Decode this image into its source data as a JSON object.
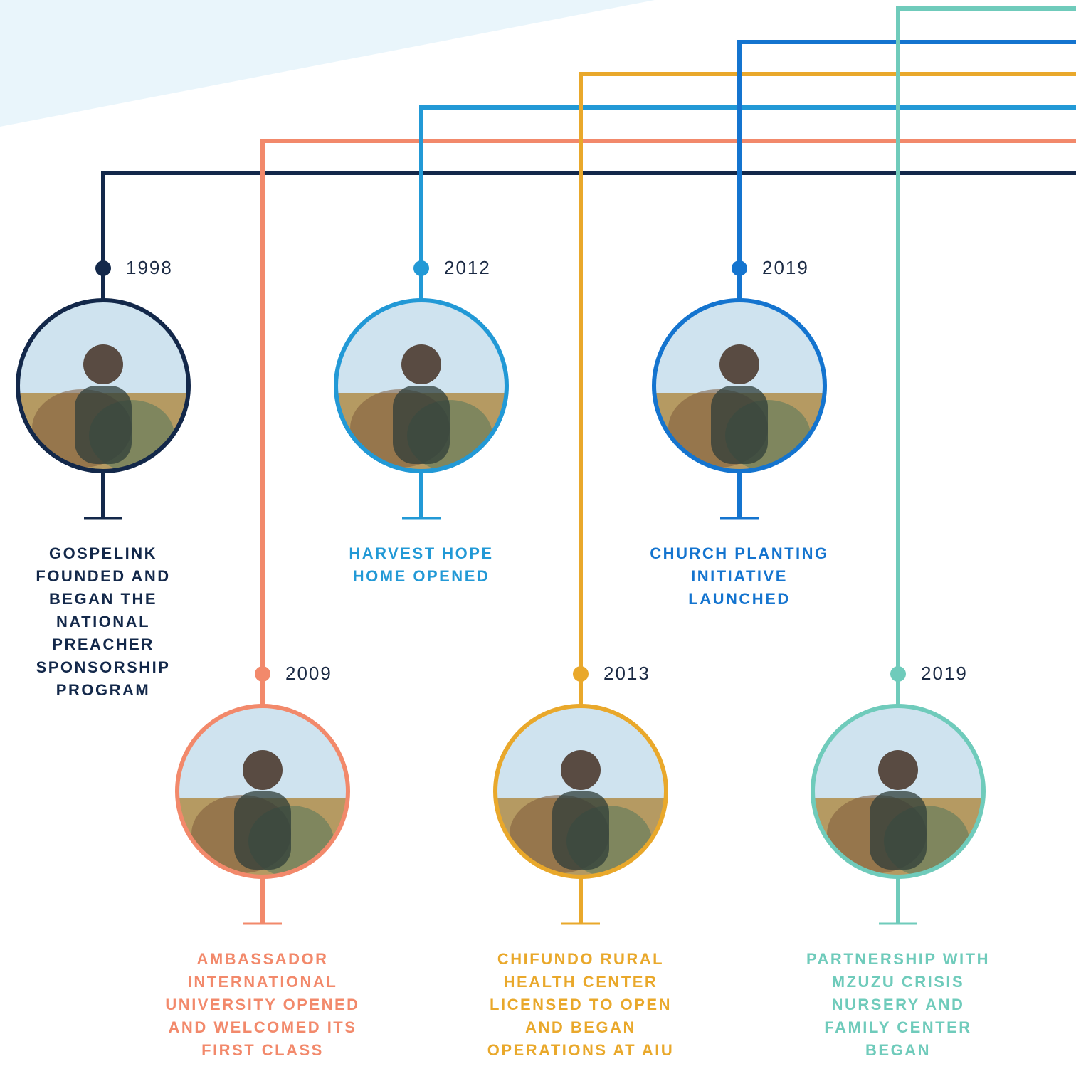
{
  "colors": {
    "navy": "#13284a",
    "salmon": "#f2896b",
    "sky": "#2299d6",
    "gold": "#e9a82b",
    "blue": "#1474cf",
    "teal": "#6fcbbb",
    "header_band": "#e9f5fb",
    "photo_sky": "#cfe3ef",
    "photo_ground": "#b59a62"
  },
  "milestones": [
    {
      "id": "gospelink",
      "year": "1998",
      "color": "navy",
      "caption": "GOSPELINK FOUNDED AND BEGAN THE NATIONAL PREACHER SPONSORSHIP PROGRAM",
      "photo": "preacher-outdoor-gathering-photo"
    },
    {
      "id": "aiu",
      "year": "2009",
      "color": "salmon",
      "caption": "AMBASSADOR INTERNATIONAL UNIVERSITY OPENED AND WELCOMED ITS FIRST CLASS",
      "photo": "graduates-photo"
    },
    {
      "id": "harvest-hope",
      "year": "2012",
      "color": "sky",
      "caption": "HARVEST HOPE HOME OPENED",
      "photo": "smiling-girl-photo"
    },
    {
      "id": "chifundo",
      "year": "2013",
      "color": "gold",
      "caption": "CHIFUNDO RURAL HEALTH CENTER LICENSED TO OPEN AND BEGAN OPERATIONS AT AIU",
      "photo": "health-center-building-photo"
    },
    {
      "id": "church-planting",
      "year": "2019",
      "color": "blue",
      "caption": "CHURCH PLANTING INITIATIVE LAUNCHED",
      "photo": "congregation-photo"
    },
    {
      "id": "mzuzu",
      "year": "2019",
      "color": "teal",
      "caption": "PARTNERSHIP WITH MZUZU CRISIS NURSERY AND FAMILY CENTER BEGAN",
      "photo": "laughing-toddler-photo"
    }
  ]
}
